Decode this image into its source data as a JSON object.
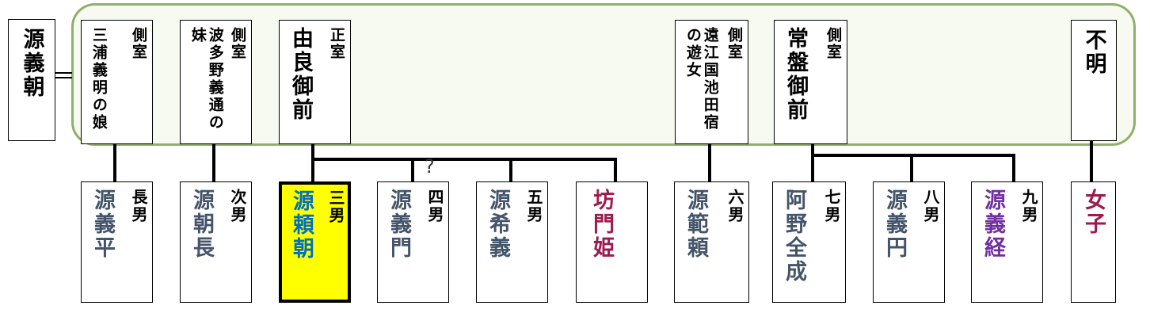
{
  "root": {
    "name": "源義朝"
  },
  "wives": [
    {
      "role": "側室",
      "name": "三浦義明の娘"
    },
    {
      "role": "側室",
      "name": "波多野義通の妹"
    },
    {
      "role": "正室",
      "name": "由良御前"
    },
    {
      "role": "側室",
      "name": "遠江国池田宿の遊女"
    },
    {
      "role": "側室",
      "name": "常盤御前"
    },
    {
      "role": "",
      "name": "不明"
    }
  ],
  "children": [
    {
      "order": "長男",
      "name": "源義平",
      "color": "#44546A"
    },
    {
      "order": "次男",
      "name": "源朝長",
      "color": "#44546A"
    },
    {
      "order": "三男",
      "name": "源頼朝",
      "color": "#0070C0",
      "highlight": "#FFFF00"
    },
    {
      "order": "四男",
      "name": "源義門",
      "color": "#44546A"
    },
    {
      "order": "五男",
      "name": "源希義",
      "color": "#44546A"
    },
    {
      "order": "",
      "name": "坊門姫",
      "color": "#9E1A4E"
    },
    {
      "order": "六男",
      "name": "源範頼",
      "color": "#44546A"
    },
    {
      "order": "七男",
      "name": "阿野全成",
      "color": "#44546A"
    },
    {
      "order": "八男",
      "name": "源義円",
      "color": "#44546A"
    },
    {
      "order": "九男",
      "name": "源義経",
      "color": "#7030A0"
    },
    {
      "order": "",
      "name": "女子",
      "color": "#9E1A4E"
    }
  ],
  "annotations": {
    "uncertain": "?"
  },
  "colors": {
    "highlight": "#FFFF00",
    "frame_border": "#8FAF6A",
    "frame_bg": "#F7FAF0",
    "line": "#000000",
    "default_name": "#44546A"
  }
}
